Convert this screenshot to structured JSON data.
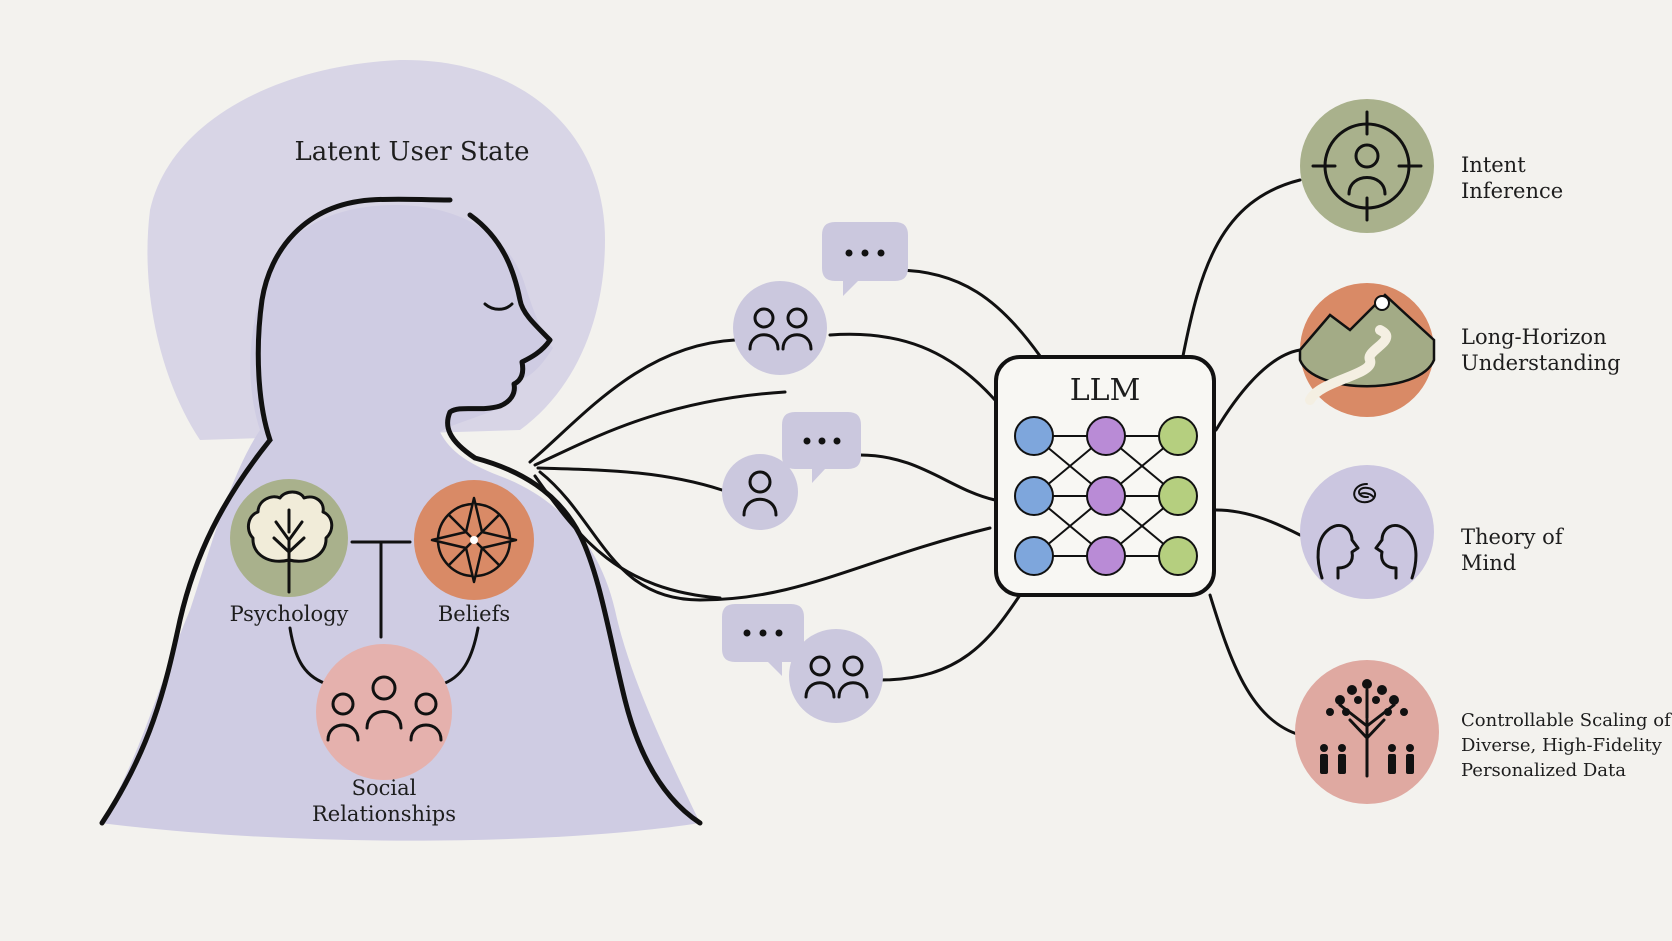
{
  "title": "Latent User State",
  "components": [
    {
      "label": "Psychology",
      "icon": "brain-tree-icon",
      "color": "#a9b18c"
    },
    {
      "label": "Beliefs",
      "icon": "compass-icon",
      "color": "#d98a66"
    }
  ],
  "social": {
    "line1": "Social",
    "line2": "Relationships",
    "icon": "people-group-icon",
    "color": "#e5b1ad"
  },
  "model": {
    "label": "LLM"
  },
  "capabilities": [
    {
      "lines": [
        "Intent",
        "Inference"
      ],
      "icon": "target-person-icon",
      "color": "#a9b18c"
    },
    {
      "lines": [
        "Long-Horizon",
        "Understanding"
      ],
      "icon": "winding-path-icon",
      "color": "#d98a66"
    },
    {
      "lines": [
        "Theory of",
        "Mind"
      ],
      "icon": "two-faces-icon",
      "color": "#cbc6e0"
    },
    {
      "lines": [
        "Controllable Scaling of",
        "Diverse, High-Fidelity",
        "Personalized Data"
      ],
      "icon": "tree-people-icon",
      "color": "#dfa9a1"
    }
  ],
  "colors": {
    "silhouette": "#cfcce3",
    "halo": "#d8d5e6",
    "bubble": "#cbc8de",
    "node_blue": "#7ea6dc",
    "node_purple": "#b98bd6",
    "node_green": "#b5cf7f"
  }
}
